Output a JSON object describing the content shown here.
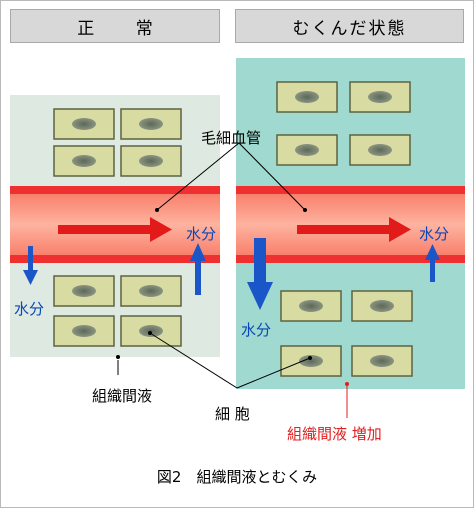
{
  "headers": {
    "normal": "正 常",
    "swollen": "むくんだ状態"
  },
  "labels": {
    "capillary": "毛細血管",
    "water": "水分",
    "interstitial_fluid": "組織間液",
    "cell": "細 胞",
    "interstitial_increase": "組織間液 増加"
  },
  "caption": "図2　組織間液とむくみ",
  "colors": {
    "normal_bg": "#dde9e1",
    "swollen_bg": "#9fd9cf",
    "vessel": "#fa9f89",
    "vessel_edge": "#ef2f2f",
    "flow_arrow": "#e31a1a",
    "water_arrow": "#1a56c8",
    "cell_fill": "#d9dca2",
    "cell_border": "#5c6340",
    "nucleus": "#75806f"
  }
}
